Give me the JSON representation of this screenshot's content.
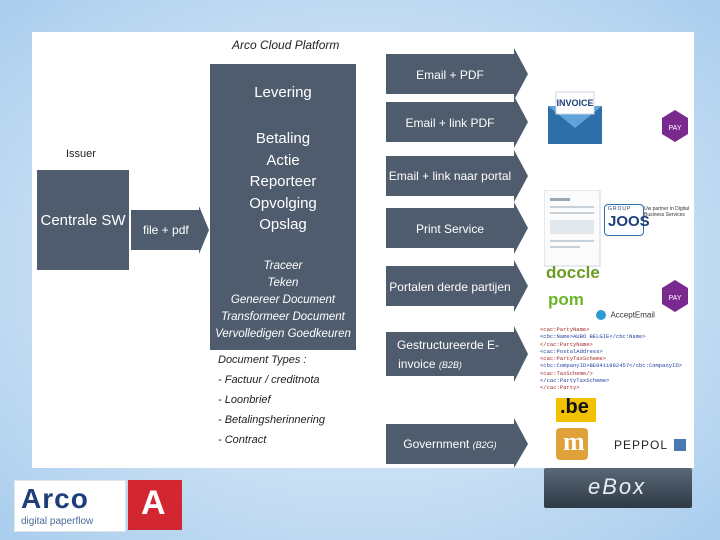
{
  "platform_title": "Arco Cloud Platform",
  "issuer": "Issuer",
  "source_box": "Centrale SW",
  "file_arrow": "file + pdf",
  "platform_top": "Levering",
  "platform_mid": [
    "Betaling",
    "Actie",
    "Reporteer",
    "Opvolging",
    "Opslag"
  ],
  "platform_bottom": [
    "Traceer",
    "Teken",
    "Genereer Document",
    "Transformeer Document",
    "Vervolledigen Goedkeuren"
  ],
  "document_types_title": "Document Types :",
  "document_types": [
    "- Factuur / creditnota",
    "- Loonbrief",
    "- Betalingsherinnering",
    "- Contract"
  ],
  "channels": [
    {
      "label": "Email + PDF",
      "suffix": ""
    },
    {
      "label": "Email + link PDF",
      "suffix": ""
    },
    {
      "label": "Email + link naar portal",
      "suffix": ""
    },
    {
      "label": "Print Service",
      "suffix": ""
    },
    {
      "label": "Portalen derde partijen",
      "suffix": ""
    },
    {
      "label": "Gestructureerde E-",
      "label2": "invoice",
      "suffix": "(B2B)"
    },
    {
      "label": "Government",
      "suffix": "(B2G)"
    }
  ],
  "logos": {
    "invoice": "INVOICE",
    "pay": "PAY",
    "group_joos": "JOOS",
    "group_prefix": "GROUP",
    "joos_text": "Uw partner in Digital Business Services",
    "doccle": "doccle",
    "pom": "pom",
    "acceptemail": "AcceptEmail",
    "be": ".be",
    "m": "m",
    "peppol": "PEPPOL",
    "ebox": "eBox",
    "arco_name": "Arco",
    "arco_sub": "digital paperflow",
    "antwerp": "A"
  },
  "xml_lines": [
    "<cac:PartyName>",
    "<cbc:Name>AUBO BELGIE</cbc:Name>",
    "</cac:PartyName>",
    "<cac:PostalAddress>",
    "<cac:PartyTaxScheme>",
    "<cbc:CompanyID>BE0411982457</cbc:CompanyID>",
    "<cac:TaxScheme/>",
    "</cac:PartyTaxScheme>",
    "</cac:Party>"
  ]
}
